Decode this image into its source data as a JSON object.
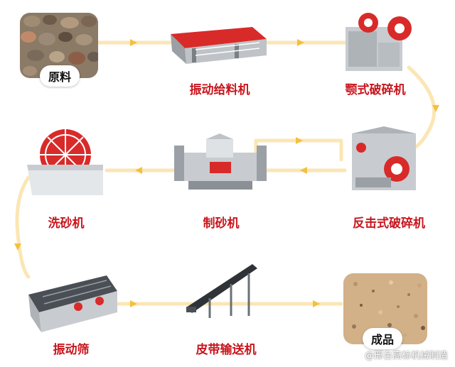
{
  "nodes": [
    {
      "id": "raw-material",
      "label": "原料"
    },
    {
      "id": "vibrating-feeder",
      "label": "振动给料机"
    },
    {
      "id": "jaw-crusher",
      "label": "颚式破碎机"
    },
    {
      "id": "impact-crusher",
      "label": "反击式破碎机"
    },
    {
      "id": "sand-making-machine",
      "label": "制砂机"
    },
    {
      "id": "sand-washer",
      "label": "洗砂机"
    },
    {
      "id": "vibrating-screen",
      "label": "振动筛"
    },
    {
      "id": "belt-conveyor",
      "label": "皮带输送机"
    },
    {
      "id": "finished-product",
      "label": "成品"
    }
  ],
  "watermark": "@邢台高标机械制造",
  "colors": {
    "flow": "#fbe6b4",
    "arrow": "#f5c03d",
    "label": "#c8161d",
    "machine_red": "#d92a2a",
    "machine_grey": "#9aa0a6"
  },
  "icons": [
    "gravel-image",
    "sand-image",
    "feeder-machine",
    "jaw-crusher-machine",
    "impact-crusher-machine",
    "sand-maker-machine",
    "sand-washer-machine",
    "screen-machine",
    "conveyor-machine"
  ]
}
